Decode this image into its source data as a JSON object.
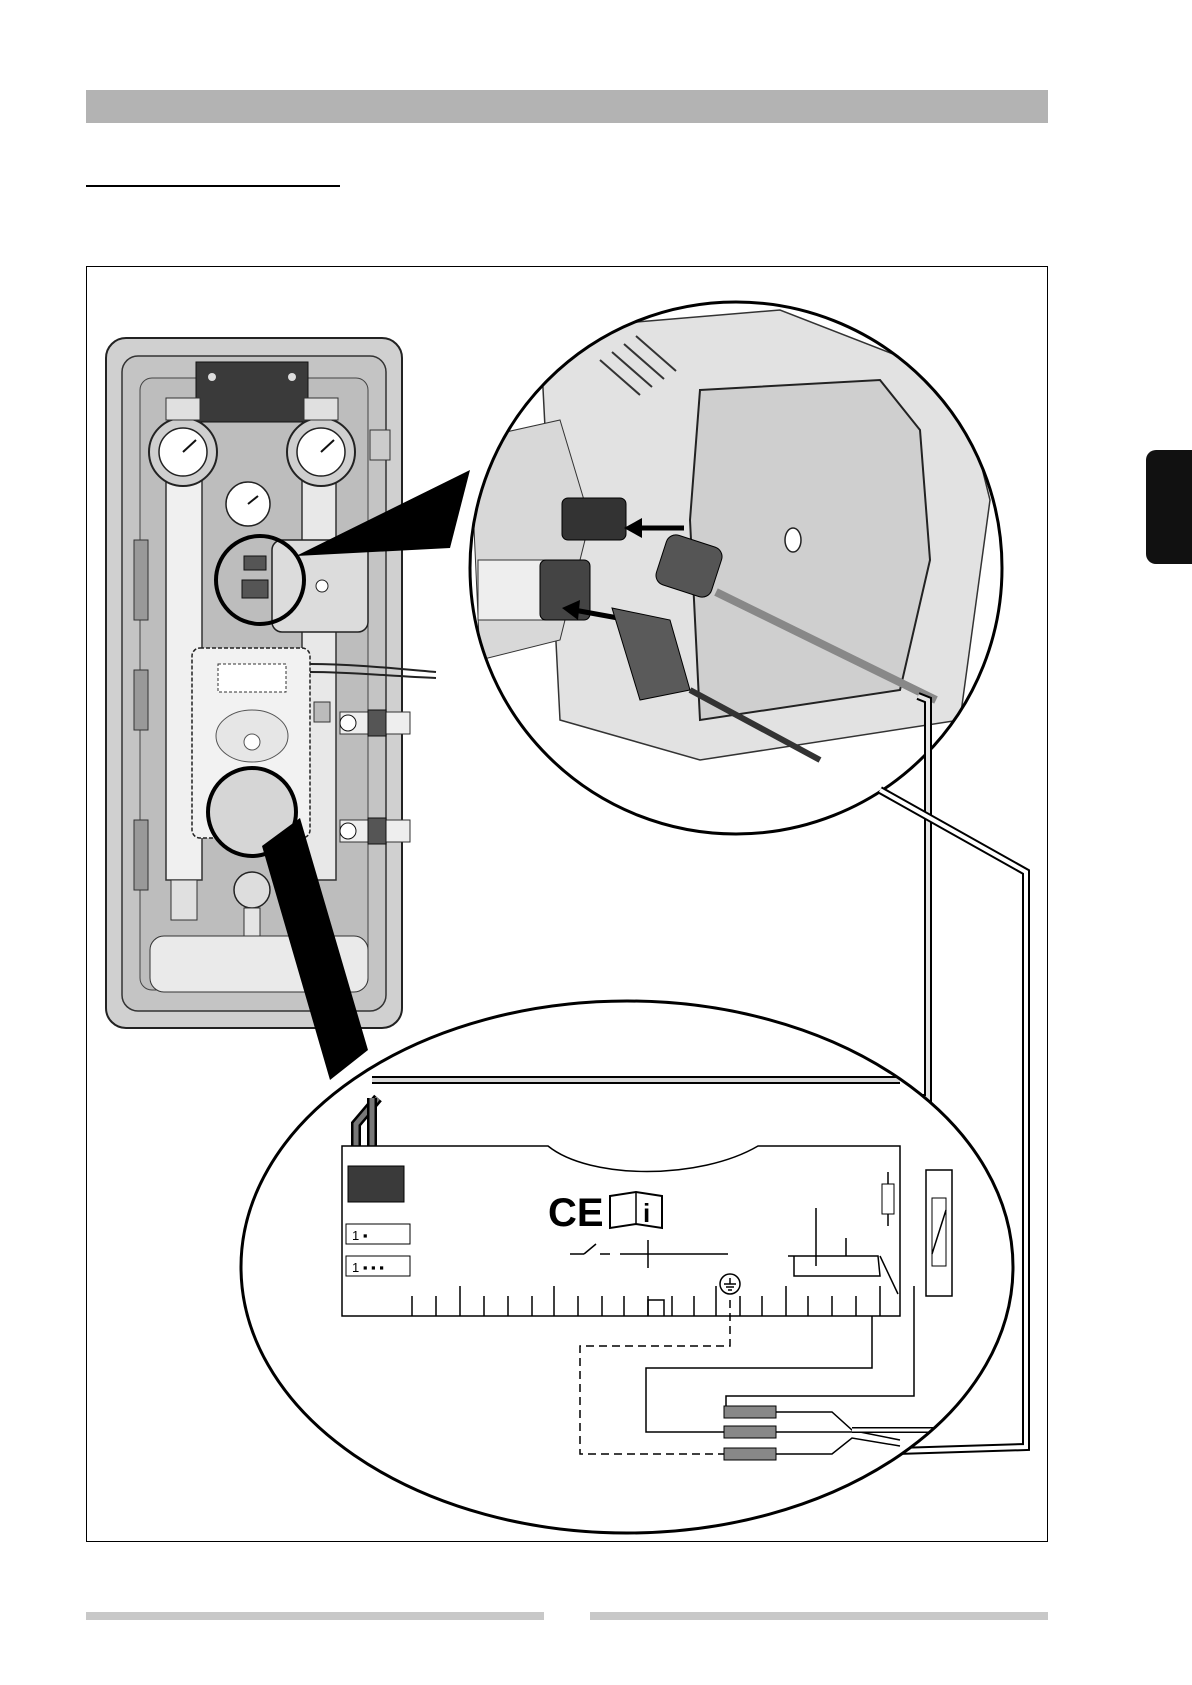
{
  "page": {
    "background": "#ffffff",
    "header_bar_color": "#b3b3b3",
    "footer_bar_color": "#c8c8c8",
    "side_tab_color": "#111111"
  },
  "connector_labels": {
    "two_pin": "1 ▪",
    "four_pin": "1 ▪ ▪ ▪"
  },
  "marks": {
    "ce": "CE",
    "info": "i"
  },
  "icons": [
    "ce-mark-icon",
    "manual-info-icon",
    "ground-symbol-icon",
    "switch-symbol-icon",
    "fuse-icon"
  ]
}
